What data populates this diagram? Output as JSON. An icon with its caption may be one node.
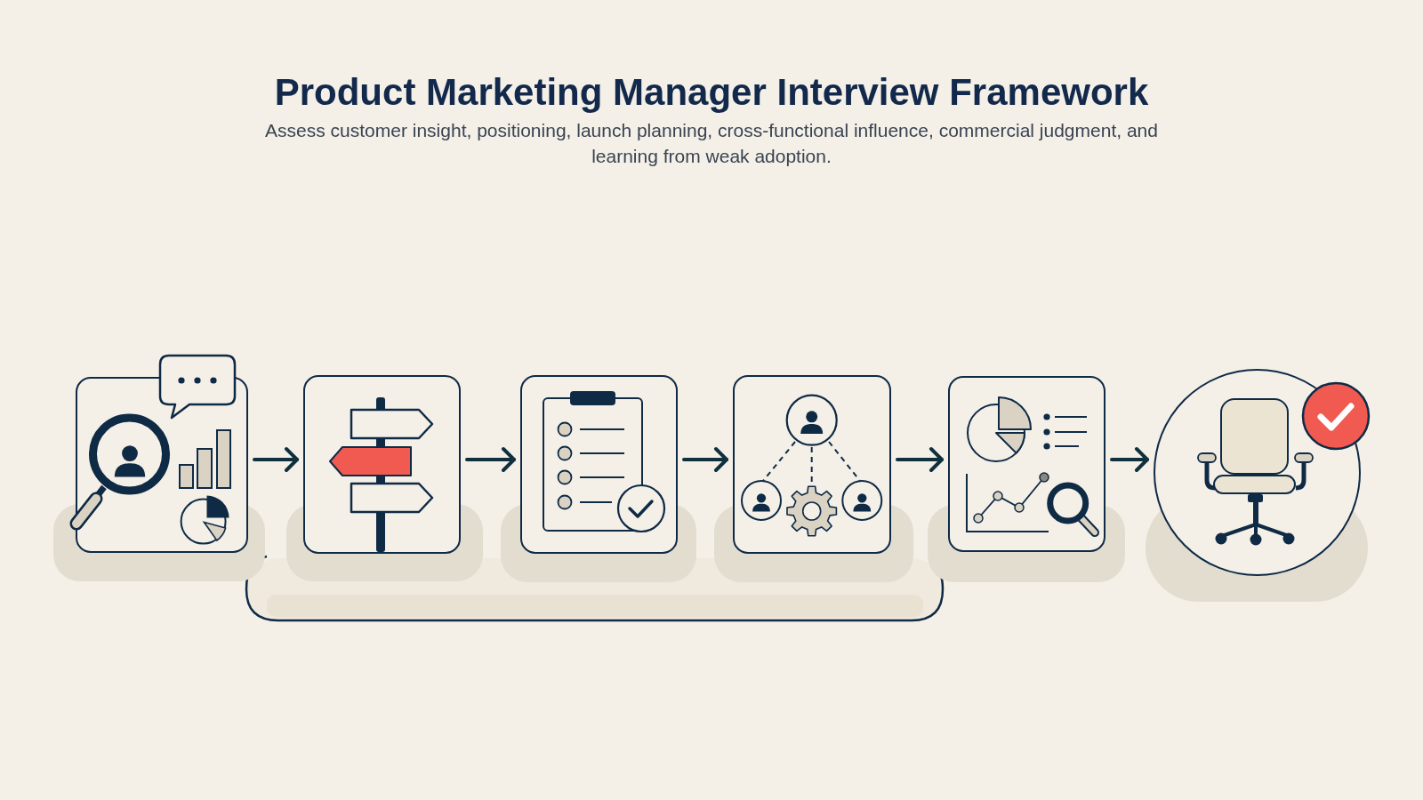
{
  "diagram": {
    "title": "Product Marketing Manager Interview Framework",
    "caption": "Assess customer insight, positioning, launch planning, cross-functional influence, commercial judgment, and learning from weak adoption.",
    "nodes": [
      {
        "text": [],
        "shape": "picture"
      },
      {
        "text": [],
        "shape": "picture"
      },
      {
        "text": [],
        "shape": "picture"
      },
      {
        "text": [],
        "shape": "picture"
      },
      {
        "text": [],
        "shape": "picture"
      },
      {
        "text": [],
        "shape": "picture"
      }
    ],
    "edges": [
      {
        "from": 0,
        "to": 1,
        "arrow": "to"
      },
      {
        "from": 1,
        "to": 2,
        "arrow": "to"
      },
      {
        "from": 2,
        "to": 3,
        "arrow": "to"
      },
      {
        "from": 3,
        "to": 4,
        "arrow": "to"
      },
      {
        "from": 4,
        "to": 5,
        "arrow": "to"
      }
    ]
  }
}
